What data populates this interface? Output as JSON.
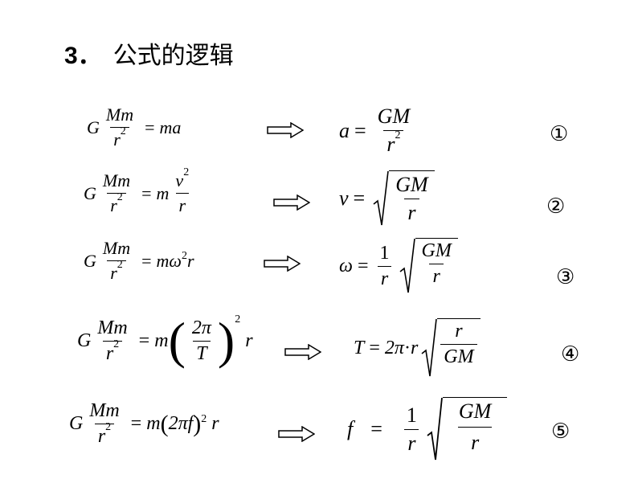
{
  "title": {
    "number": "3．",
    "text": "公式的逻辑"
  },
  "rows": [
    {
      "marker": "①"
    },
    {
      "marker": "②"
    },
    {
      "marker": "③"
    },
    {
      "marker": "④"
    },
    {
      "marker": "⑤"
    }
  ],
  "symbols": {
    "G": "G",
    "M": "Mm",
    "r2": "r",
    "two": "2",
    "GM": "GM",
    "r": "r",
    "one": "1",
    "m": "m",
    "a": "a",
    "ma": "ma",
    "v": "v",
    "omega": "ω",
    "T": "T",
    "f": "f",
    "twopi": "2π",
    "twopif": "2πf",
    "eq": "="
  }
}
